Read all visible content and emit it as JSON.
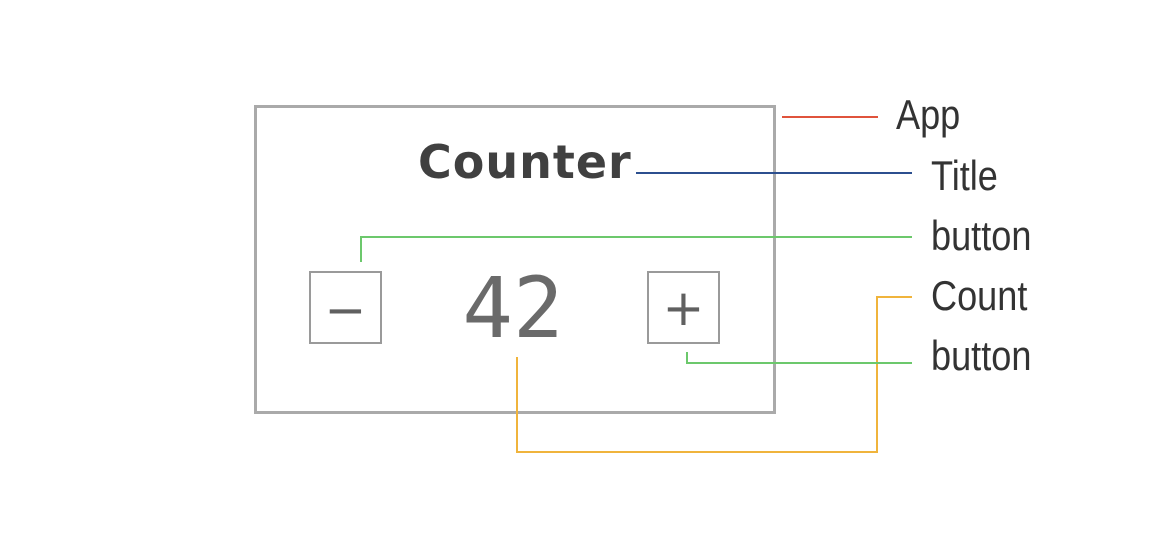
{
  "app": {
    "title": "Counter",
    "count": "42",
    "decrement_symbol": "−",
    "increment_symbol": "+"
  },
  "annotations": [
    {
      "label": "App",
      "color": "#e0533c"
    },
    {
      "label": "Title",
      "color": "#2c4f8f"
    },
    {
      "label": "button",
      "color": "#6cc86c"
    },
    {
      "label": "Count",
      "color": "#f0b43c"
    },
    {
      "label": "button",
      "color": "#6cc86c"
    }
  ]
}
